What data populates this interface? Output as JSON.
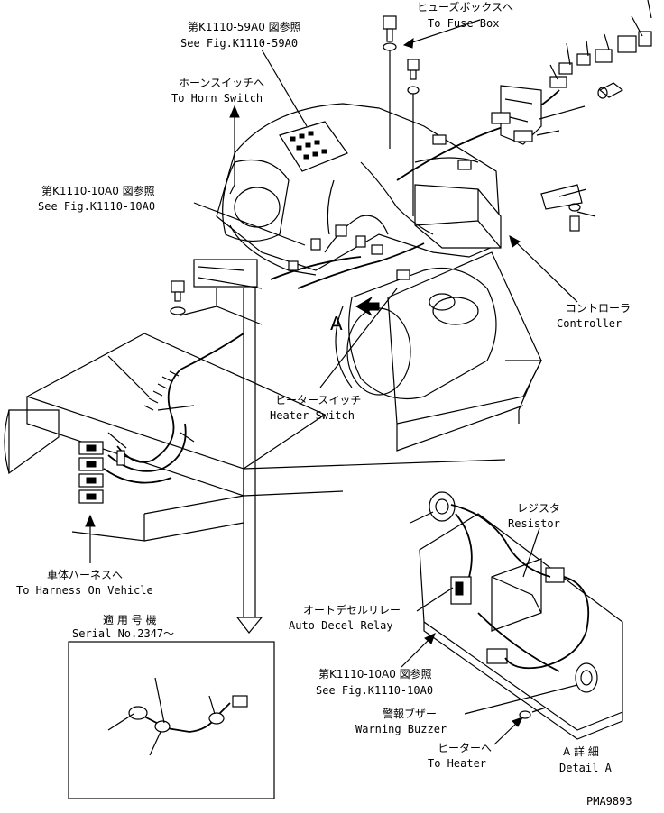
{
  "labels": {
    "fig_59a0_jp": "第K1110-59A0 図参照",
    "fig_59a0_en": "See Fig.K1110-59A0",
    "fuse_jp": "ヒューズボックスへ",
    "fuse_en": "To Fuse Box",
    "horn_jp": "ホーンスイッチへ",
    "horn_en": "To Horn Switch",
    "fig_10a0_jp": "第K1110-10A0 図参照",
    "fig_10a0_en": "See Fig.K1110-10A0",
    "controller_jp": "コントローラ",
    "controller_en": "Controller",
    "view_a": "A",
    "heater_switch_jp": "ヒータースイッチ",
    "heater_switch_en": "Heater Switch",
    "harness_jp": "車体ハーネスへ",
    "harness_en": "To Harness On Vehicle",
    "serial_jp": "適 用 号 機",
    "serial_en": "Serial No.2347～",
    "resistor_jp": "レジスタ",
    "resistor_en": "Resistor",
    "relay_jp": "オートデセルリレー",
    "relay_en": "Auto Decel Relay",
    "fig_10a0b_jp": "第K1110-10A0 図参照",
    "fig_10a0b_en": "See Fig.K1110-10A0",
    "buzzer_jp": "警報ブザー",
    "buzzer_en": "Warning Buzzer",
    "heater_jp": "ヒーターへ",
    "heater_en": "To Heater",
    "detail_jp": "A 詳 細",
    "detail_en": "Detail A",
    "drawing_no": "PMA9893"
  }
}
